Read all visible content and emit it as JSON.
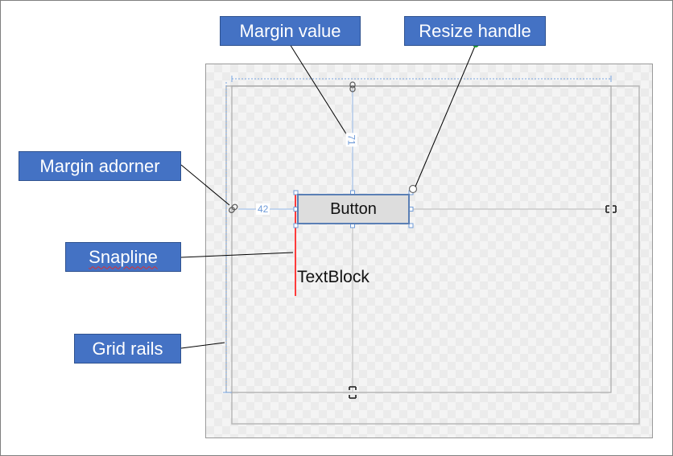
{
  "callouts": {
    "margin_value": "Margin value",
    "resize_handle": "Resize handle",
    "margin_adorner": "Margin adorner",
    "snapline": "Snapline",
    "grid_rails": "Grid rails"
  },
  "canvas": {
    "button_label": "Button",
    "textblock_label": "TextBlock",
    "top_margin_value": "71",
    "left_margin_value": "42"
  },
  "colors": {
    "callout_fill": "#4472c4",
    "snapline": "#ff3b3b",
    "adorner_blue": "#6f9bd8",
    "resize_handle_dot": "#1f9e2f"
  }
}
